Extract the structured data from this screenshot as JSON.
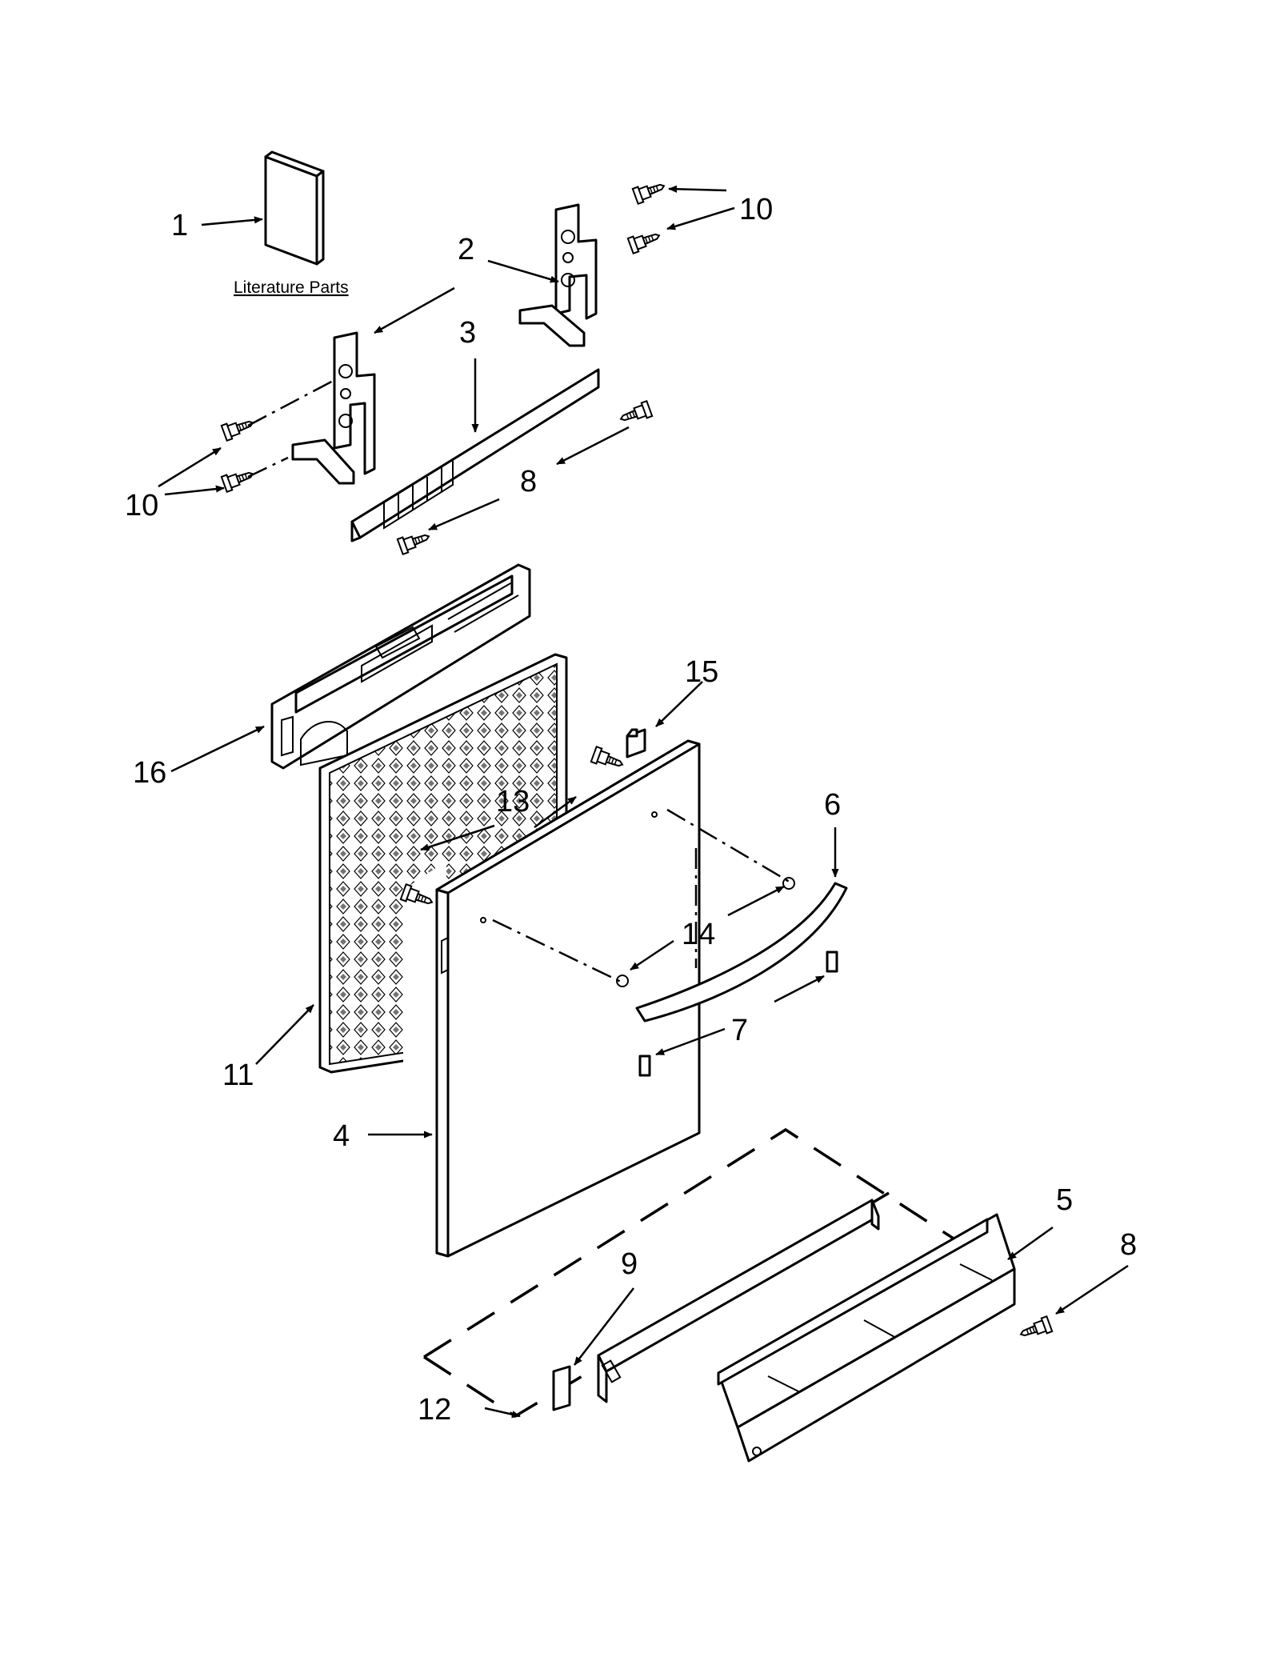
{
  "caption": "Literature Parts",
  "callouts": [
    "1",
    "2",
    "3",
    "4",
    "5",
    "6",
    "7",
    "8",
    "9",
    "10",
    "11",
    "12",
    "13",
    "14",
    "15",
    "16"
  ]
}
